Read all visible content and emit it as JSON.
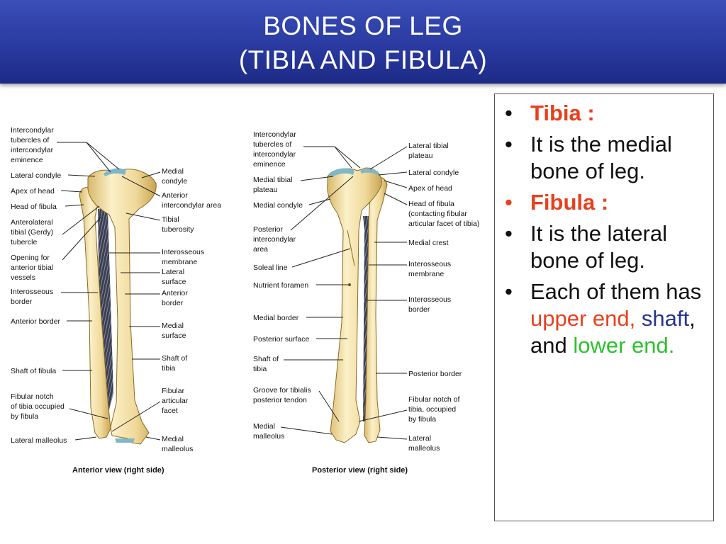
{
  "title": {
    "line1": "BONES OF LEG",
    "line2": "(TIBIA AND FIBULA)"
  },
  "diagram": {
    "anterior": {
      "caption": "Anterior view (right side)",
      "labels_left": [
        [
          "Intercondylar",
          "tubercles of",
          "intercondylar",
          "eminence"
        ],
        [
          "Lateral condyle"
        ],
        [
          "Apex of head"
        ],
        [
          "Head of fibula"
        ],
        [
          "Anterolateral",
          "tibial (Gerdy)",
          "tubercle"
        ],
        [
          "Opening for",
          "anterior tibial",
          "vessels"
        ],
        [
          "Interosseous",
          "border"
        ],
        [
          "Anterior border"
        ],
        [
          "Shaft of fibula"
        ],
        [
          "Fibular notch",
          "of tibia occupied",
          "by fibula"
        ],
        [
          "Lateral malleolus"
        ]
      ],
      "labels_right": [
        [
          "Medial",
          "condyle"
        ],
        [
          "Anterior",
          "intercondylar area"
        ],
        [
          "Tibial",
          "tuberosity"
        ],
        [
          "Interosseous",
          "membrane"
        ],
        [
          "Lateral",
          "surface"
        ],
        [
          "Anterior",
          "border"
        ],
        [
          "Medial",
          "surface"
        ],
        [
          "Shaft of",
          "tibia"
        ],
        [
          "Fibular",
          "articular",
          "facet"
        ],
        [
          "Medial",
          "malleolus"
        ]
      ]
    },
    "posterior": {
      "caption": "Posterior view (right side)",
      "labels_left": [
        [
          "Intercondylar",
          "tubercles of",
          "intercondylar",
          "eminence"
        ],
        [
          "Medial tibial",
          "plateau"
        ],
        [
          "Medial condyle"
        ],
        [
          "Posterior",
          "intercondylar",
          "area"
        ],
        [
          "Soleal line"
        ],
        [
          "Nutrient foramen"
        ],
        [
          "Medial border"
        ],
        [
          "Posterior surface"
        ],
        [
          "Shaft of",
          "tibia"
        ],
        [
          "Groove for tibialis",
          "posterior tendon"
        ],
        [
          "Medial",
          "malleolus"
        ]
      ],
      "labels_right": [
        [
          "Lateral tibial",
          "plateau"
        ],
        [
          "Lateral condyle"
        ],
        [
          "Apex of head"
        ],
        [
          "Head of fibula",
          "(contacting fibular",
          "articular facet of tibia)"
        ],
        [
          "Medial crest"
        ],
        [
          "Interosseous",
          "membrane"
        ],
        [
          "Interosseous",
          "border"
        ],
        [
          "Posterior border"
        ],
        [
          "Fibular notch of",
          "tibia, occupied",
          "by fibula"
        ],
        [
          "Lateral",
          "malleolus"
        ]
      ]
    }
  },
  "bullets": {
    "b1": "Tibia :",
    "b2": "It is the medial bone of leg.",
    "b3": "Fibula :",
    "b4": "It is the lateral bone of leg.",
    "b5_a": "Each of them has ",
    "b5_upper": "upper end,",
    "b5_shaft": "shaft",
    "b5_comma": ",",
    "b5_and": " and ",
    "b5_lower": "lower end."
  },
  "colors": {
    "header": "#2a3aa0",
    "bone": "#f1dea4",
    "bone_edge": "#8a6a22",
    "membrane": "#3b3f52",
    "cartilage": "#7fb7c8",
    "accent_red": "#e8401c",
    "accent_blue": "#26338f",
    "accent_green": "#2cc130"
  }
}
